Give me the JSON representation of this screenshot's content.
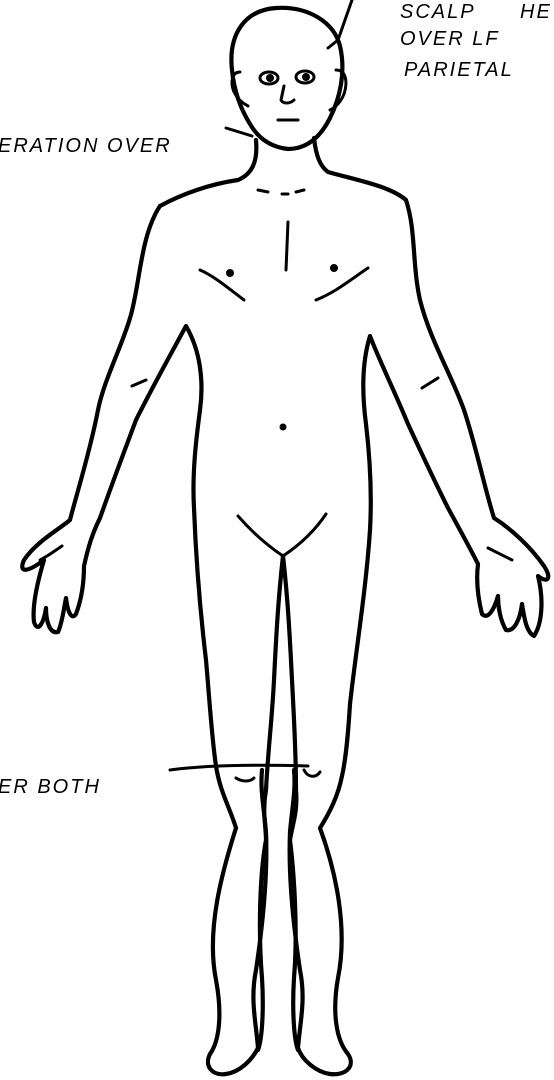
{
  "annotations": {
    "scalp": {
      "line1": "SCALP",
      "line2": "OVER LF",
      "line3": "PARIETAL",
      "fragment": "HE"
    },
    "neck": {
      "text": "ERATION OVER"
    },
    "knees": {
      "text": "ER BOTH"
    }
  },
  "colors": {
    "ink": "#000000",
    "paper": "#ffffff"
  }
}
